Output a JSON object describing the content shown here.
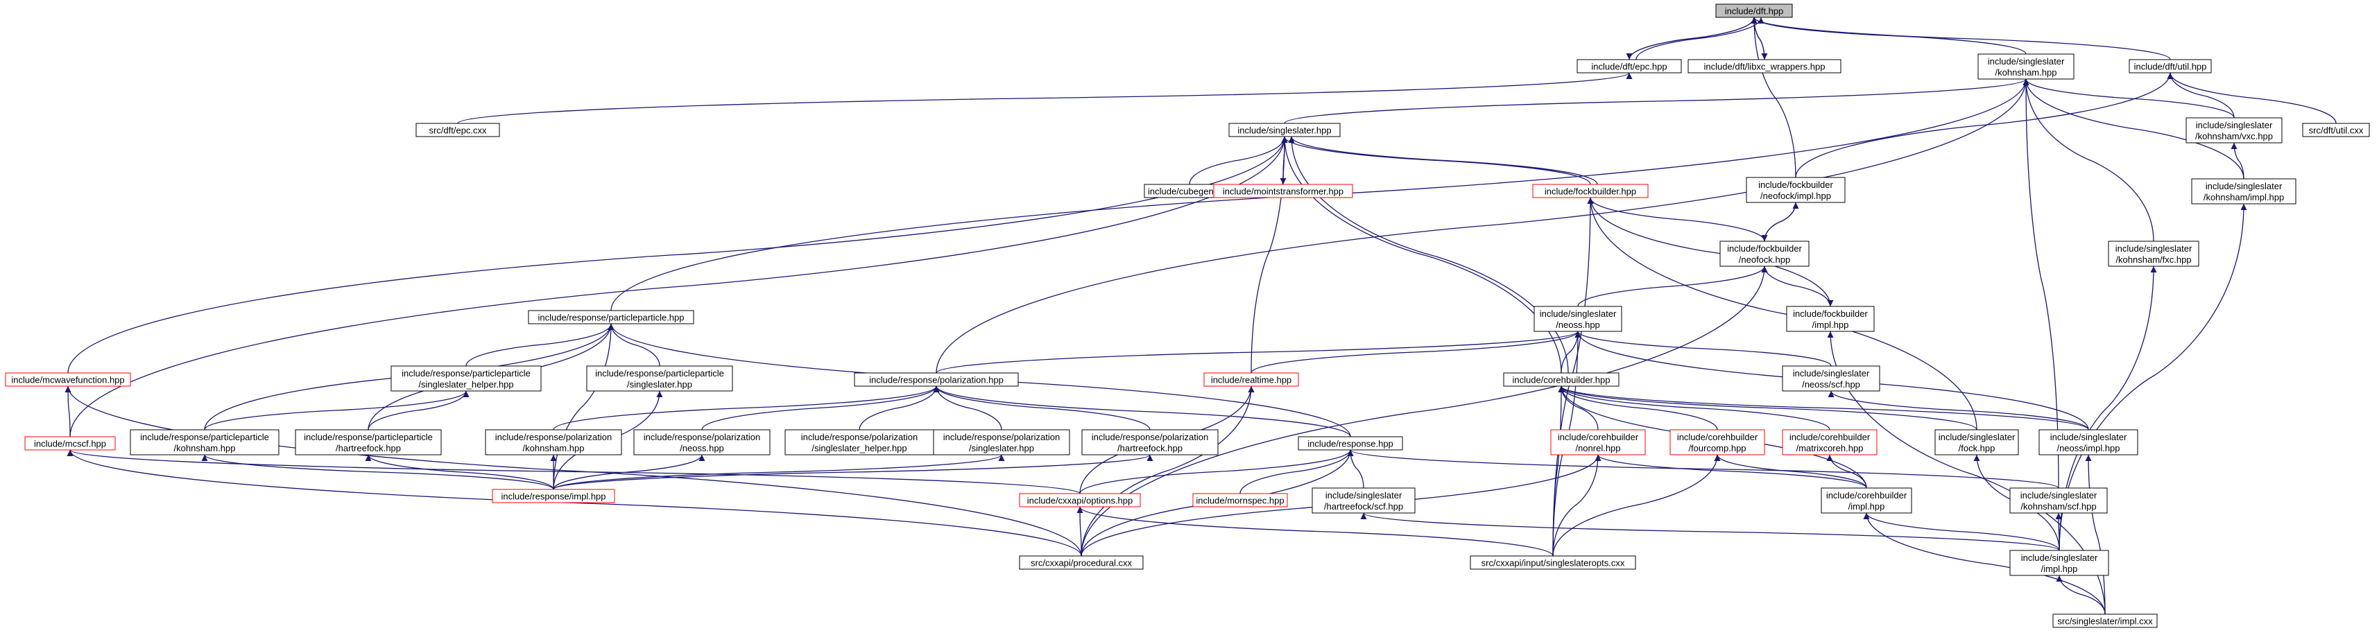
{
  "graph": {
    "colors": {
      "background": "#ffffff",
      "edge": "#191970",
      "box_border": "#000000",
      "box_border_incomplete": "#ff0000",
      "focus_fill": "#bfbfbf",
      "text": "#000000"
    },
    "nodes": [
      {
        "id": "n_dft",
        "lines": [
          "include/dft.hpp"
        ],
        "focus": true
      },
      {
        "id": "n_dft_epc",
        "lines": [
          "include/dft/epc.hpp"
        ]
      },
      {
        "id": "n_dft_libxc",
        "lines": [
          "include/dft/libxc_wrappers.hpp"
        ]
      },
      {
        "id": "n_ss_ks",
        "lines": [
          "include/singleslater",
          "/kohnsham.hpp"
        ]
      },
      {
        "id": "n_dft_util",
        "lines": [
          "include/dft/util.hpp"
        ]
      },
      {
        "id": "n_src_epc",
        "lines": [
          "src/dft/epc.cxx"
        ]
      },
      {
        "id": "n_singleslater",
        "lines": [
          "include/singleslater.hpp"
        ]
      },
      {
        "id": "n_cubegen",
        "lines": [
          "include/cubegen.hpp"
        ]
      },
      {
        "id": "n_mointstrans",
        "lines": [
          "include/mointstransformer.hpp"
        ],
        "red": true
      },
      {
        "id": "n_fockbuilder",
        "lines": [
          "include/fockbuilder.hpp"
        ],
        "red": true
      },
      {
        "id": "n_fb_neofock_impl",
        "lines": [
          "include/fockbuilder",
          "/neofock/impl.hpp"
        ]
      },
      {
        "id": "n_ss_ks_vxc",
        "lines": [
          "include/singleslater",
          "/kohnsham/vxc.hpp"
        ]
      },
      {
        "id": "n_src_util",
        "lines": [
          "src/dft/util.cxx"
        ]
      },
      {
        "id": "n_ss_ks_impl",
        "lines": [
          "include/singleslater",
          "/kohnsham/impl.hpp"
        ]
      },
      {
        "id": "n_fb_neofock",
        "lines": [
          "include/fockbuilder",
          "/neofock.hpp"
        ]
      },
      {
        "id": "n_ss_ks_fxc",
        "lines": [
          "include/singleslater",
          "/kohnsham/fxc.hpp"
        ]
      },
      {
        "id": "n_ss_neoss",
        "lines": [
          "include/singleslater",
          "/neoss.hpp"
        ]
      },
      {
        "id": "n_fb_impl",
        "lines": [
          "include/fockbuilder",
          "/impl.hpp"
        ]
      },
      {
        "id": "n_resp_pp",
        "lines": [
          "include/response/particleparticle.hpp"
        ]
      },
      {
        "id": "n_mcwave",
        "lines": [
          "include/mcwavefunction.hpp"
        ],
        "red": true
      },
      {
        "id": "n_pp_ss_helper",
        "lines": [
          "include/response/particleparticle",
          "/singleslater_helper.hpp"
        ]
      },
      {
        "id": "n_pp_ss",
        "lines": [
          "include/response/particleparticle",
          "/singleslater.hpp"
        ]
      },
      {
        "id": "n_resp_pol",
        "lines": [
          "include/response/polarization.hpp"
        ]
      },
      {
        "id": "n_realtime",
        "lines": [
          "include/realtime.hpp"
        ],
        "red": true
      },
      {
        "id": "n_corehbuilder",
        "lines": [
          "include/corehbuilder.hpp"
        ]
      },
      {
        "id": "n_ss_neoss_scf",
        "lines": [
          "include/singleslater",
          "/neoss/scf.hpp"
        ]
      },
      {
        "id": "n_mcscf",
        "lines": [
          "include/mcscf.hpp"
        ],
        "red": true
      },
      {
        "id": "n_pp_ks",
        "lines": [
          "include/response/particleparticle",
          "/kohnsham.hpp"
        ]
      },
      {
        "id": "n_pp_hf",
        "lines": [
          "include/response/particleparticle",
          "/hartreefock.hpp"
        ]
      },
      {
        "id": "n_pol_ks",
        "lines": [
          "include/response/polarization",
          "/kohnsham.hpp"
        ]
      },
      {
        "id": "n_pol_neoss",
        "lines": [
          "include/response/polarization",
          "/neoss.hpp"
        ]
      },
      {
        "id": "n_pol_ss_helper",
        "lines": [
          "include/response/polarization",
          "/singleslater_helper.hpp"
        ]
      },
      {
        "id": "n_pol_ss",
        "lines": [
          "include/response/polarization",
          "/singleslater.hpp"
        ]
      },
      {
        "id": "n_pol_hf",
        "lines": [
          "include/response/polarization",
          "/hartreefock.hpp"
        ]
      },
      {
        "id": "n_response",
        "lines": [
          "include/response.hpp"
        ]
      },
      {
        "id": "n_chb_nonrel",
        "lines": [
          "include/corehbuilder",
          "/nonrel.hpp"
        ],
        "red": true
      },
      {
        "id": "n_chb_fourcomp",
        "lines": [
          "include/corehbuilder",
          "/fourcomp.hpp"
        ],
        "red": true
      },
      {
        "id": "n_chb_matrixcoreh",
        "lines": [
          "include/corehbuilder",
          "/matrixcoreh.hpp"
        ],
        "red": true
      },
      {
        "id": "n_ss_fock",
        "lines": [
          "include/singleslater",
          "/fock.hpp"
        ]
      },
      {
        "id": "n_ss_neoss_impl",
        "lines": [
          "include/singleslater",
          "/neoss/impl.hpp"
        ]
      },
      {
        "id": "n_resp_impl",
        "lines": [
          "include/response/impl.hpp"
        ],
        "red": true
      },
      {
        "id": "n_cxxapi_options",
        "lines": [
          "include/cxxapi/options.hpp"
        ],
        "red": true
      },
      {
        "id": "n_mornspec",
        "lines": [
          "include/mornspec.hpp"
        ],
        "red": true
      },
      {
        "id": "n_ss_hf_scf",
        "lines": [
          "include/singleslater",
          "/hartreefock/scf.hpp"
        ]
      },
      {
        "id": "n_chb_impl",
        "lines": [
          "include/corehbuilder",
          "/impl.hpp"
        ]
      },
      {
        "id": "n_ss_ks_scf",
        "lines": [
          "include/singleslater",
          "/kohnsham/scf.hpp"
        ]
      },
      {
        "id": "n_src_procedural",
        "lines": [
          "src/cxxapi/procedural.cxx"
        ]
      },
      {
        "id": "n_src_ssopts",
        "lines": [
          "src/cxxapi/input/singleslateropts.cxx"
        ]
      },
      {
        "id": "n_ss_impl",
        "lines": [
          "include/singleslater",
          "/impl.hpp"
        ]
      },
      {
        "id": "n_src_ss_impl",
        "lines": [
          "src/singleslater/impl.cxx"
        ]
      }
    ],
    "edges": [
      [
        "n_dft",
        "n_dft_epc"
      ],
      [
        "n_dft",
        "n_dft_epc"
      ],
      [
        "n_dft",
        "n_dft_libxc"
      ],
      [
        "n_dft",
        "n_ss_ks"
      ],
      [
        "n_dft",
        "n_dft_util"
      ],
      [
        "n_dft",
        "n_fb_neofock_impl"
      ],
      [
        "n_dft_libxc",
        "n_dft"
      ],
      [
        "n_dft_epc",
        "n_src_epc"
      ],
      [
        "n_dft_epc",
        "n_dft"
      ],
      [
        "n_ss_ks",
        "n_singleslater"
      ],
      [
        "n_ss_ks",
        "n_ss_ks_vxc"
      ],
      [
        "n_ss_ks",
        "n_ss_ks_impl"
      ],
      [
        "n_ss_ks",
        "n_ss_ks_fxc"
      ],
      [
        "n_ss_ks",
        "n_resp_pp"
      ],
      [
        "n_ss_ks",
        "n_resp_pol"
      ],
      [
        "n_ss_ks",
        "n_ss_ks_scf"
      ],
      [
        "n_dft_util",
        "n_src_util"
      ],
      [
        "n_dft_util",
        "n_ss_ks_vxc"
      ],
      [
        "n_dft_util",
        "n_fb_neofock_impl"
      ],
      [
        "n_ss_ks_vxc",
        "n_ss_ks_impl"
      ],
      [
        "n_ss_ks_impl",
        "n_ss_impl"
      ],
      [
        "n_ss_ks_fxc",
        "n_ss_impl"
      ],
      [
        "n_singleslater",
        "n_cubegen"
      ],
      [
        "n_singleslater",
        "n_mointstrans"
      ],
      [
        "n_mointstrans",
        "n_singleslater"
      ],
      [
        "n_singleslater",
        "n_fockbuilder"
      ],
      [
        "n_singleslater",
        "n_fockbuilder"
      ],
      [
        "n_singleslater",
        "n_corehbuilder"
      ],
      [
        "n_singleslater",
        "n_corehbuilder"
      ],
      [
        "n_singleslater",
        "n_mcwave"
      ],
      [
        "n_singleslater",
        "n_mcscf"
      ],
      [
        "n_singleslater",
        "n_realtime"
      ],
      [
        "n_fockbuilder",
        "n_fb_neofock"
      ],
      [
        "n_fockbuilder",
        "n_src_ssopts"
      ],
      [
        "n_fockbuilder",
        "n_ss_fock"
      ],
      [
        "n_fb_impl",
        "n_fockbuilder"
      ],
      [
        "n_fb_neofock_impl",
        "n_fb_neofock"
      ],
      [
        "n_fb_neofock",
        "n_fb_neofock_impl"
      ],
      [
        "n_fb_neofock",
        "n_ss_neoss"
      ],
      [
        "n_fb_neofock",
        "n_fb_impl"
      ],
      [
        "n_fb_neofock",
        "n_src_procedural"
      ],
      [
        "n_fb_impl",
        "n_src_ss_impl"
      ],
      [
        "n_ss_neoss",
        "n_ss_neoss_scf"
      ],
      [
        "n_ss_neoss",
        "n_ss_neoss_impl"
      ],
      [
        "n_ss_neoss",
        "n_realtime"
      ],
      [
        "n_ss_neoss",
        "n_resp_pol"
      ],
      [
        "n_ss_neoss",
        "n_src_ssopts"
      ],
      [
        "n_ss_neoss",
        "n_corehbuilder"
      ],
      [
        "n_ss_neoss_scf",
        "n_ss_neoss_impl"
      ],
      [
        "n_resp_pp",
        "n_pp_ss_helper"
      ],
      [
        "n_resp_pp",
        "n_pp_ss"
      ],
      [
        "n_resp_pp",
        "n_pp_ks"
      ],
      [
        "n_resp_pp",
        "n_pp_hf"
      ],
      [
        "n_resp_pp",
        "n_resp_impl"
      ],
      [
        "n_resp_pp",
        "n_response"
      ],
      [
        "n_pp_ss_helper",
        "n_pp_ks"
      ],
      [
        "n_pp_ss_helper",
        "n_pp_hf"
      ],
      [
        "n_pp_ss",
        "n_resp_impl"
      ],
      [
        "n_pp_ks",
        "n_resp_impl"
      ],
      [
        "n_pp_hf",
        "n_resp_impl"
      ],
      [
        "n_mcwave",
        "n_mcscf"
      ],
      [
        "n_mcwave",
        "n_src_procedural"
      ],
      [
        "n_mcscf",
        "n_src_procedural"
      ],
      [
        "n_mcscf",
        "n_cxxapi_options"
      ],
      [
        "n_resp_pol",
        "n_pol_ks"
      ],
      [
        "n_resp_pol",
        "n_pol_neoss"
      ],
      [
        "n_resp_pol",
        "n_pol_ss_helper"
      ],
      [
        "n_resp_pol",
        "n_pol_ss"
      ],
      [
        "n_resp_pol",
        "n_pol_hf"
      ],
      [
        "n_resp_pol",
        "n_response"
      ],
      [
        "n_pol_ks",
        "n_resp_impl"
      ],
      [
        "n_pol_neoss",
        "n_resp_impl"
      ],
      [
        "n_pol_ss",
        "n_resp_impl"
      ],
      [
        "n_pol_hf",
        "n_resp_impl"
      ],
      [
        "n_realtime",
        "n_src_procedural"
      ],
      [
        "n_realtime",
        "n_cxxapi_options"
      ],
      [
        "n_response",
        "n_mornspec"
      ],
      [
        "n_response",
        "n_ss_hf_scf"
      ],
      [
        "n_response",
        "n_src_procedural"
      ],
      [
        "n_response",
        "n_cxxapi_options"
      ],
      [
        "n_response",
        "n_ss_ks_scf"
      ],
      [
        "n_cxxapi_options",
        "n_src_procedural"
      ],
      [
        "n_cxxapi_options",
        "n_src_ssopts"
      ],
      [
        "n_corehbuilder",
        "n_chb_nonrel"
      ],
      [
        "n_corehbuilder",
        "n_chb_fourcomp"
      ],
      [
        "n_corehbuilder",
        "n_chb_matrixcoreh"
      ],
      [
        "n_corehbuilder",
        "n_ss_fock"
      ],
      [
        "n_corehbuilder",
        "n_ss_neoss_impl"
      ],
      [
        "n_corehbuilder",
        "n_chb_impl"
      ],
      [
        "n_corehbuilder",
        "n_src_ssopts"
      ],
      [
        "n_chb_nonrel",
        "n_chb_impl"
      ],
      [
        "n_chb_nonrel",
        "n_src_ssopts"
      ],
      [
        "n_chb_nonrel",
        "n_src_procedural"
      ],
      [
        "n_chb_fourcomp",
        "n_chb_impl"
      ],
      [
        "n_chb_fourcomp",
        "n_src_ssopts"
      ],
      [
        "n_chb_matrixcoreh",
        "n_chb_impl"
      ],
      [
        "n_ss_fock",
        "n_ss_impl"
      ],
      [
        "n_ss_neoss_impl",
        "n_src_ss_impl"
      ],
      [
        "n_ss_hf_scf",
        "n_ss_impl"
      ],
      [
        "n_ss_ks_scf",
        "n_ss_impl"
      ],
      [
        "n_chb_impl",
        "n_ss_impl"
      ],
      [
        "n_chb_impl",
        "n_src_ss_impl"
      ],
      [
        "n_ss_impl",
        "n_src_ss_impl"
      ]
    ]
  }
}
